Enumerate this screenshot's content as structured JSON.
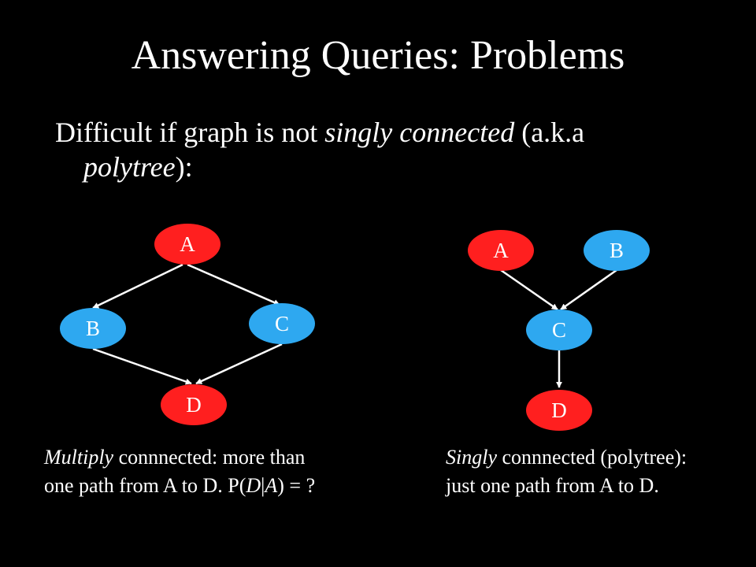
{
  "slide": {
    "title": "Answering Queries: Problems",
    "bullet": {
      "prefix": "Difficult if graph is not ",
      "emph1": "singly connected",
      "middle": " (a.k.a",
      "emph2": "polytree",
      "suffix": "):"
    }
  },
  "colors": {
    "background": "#000000",
    "text": "#ffffff",
    "node_red": "#ff1f1f",
    "node_blue": "#2ea8f0",
    "edge": "#ffffff"
  },
  "left_graph": {
    "nodes": [
      {
        "id": "A",
        "label": "A",
        "color": "red"
      },
      {
        "id": "B",
        "label": "B",
        "color": "blue"
      },
      {
        "id": "C",
        "label": "C",
        "color": "blue"
      },
      {
        "id": "D",
        "label": "D",
        "color": "red"
      }
    ],
    "edges": [
      [
        "A",
        "B"
      ],
      [
        "A",
        "C"
      ],
      [
        "B",
        "D"
      ],
      [
        "C",
        "D"
      ]
    ],
    "caption": {
      "line1_emph": "Multiply",
      "line1_rest": " connnected: more than",
      "line2_a": "one path from A to D. P(",
      "line2_D": "D",
      "line2_bar": "|",
      "line2_A": "A",
      "line2_b": ") = ?"
    }
  },
  "right_graph": {
    "nodes": [
      {
        "id": "A",
        "label": "A",
        "color": "red"
      },
      {
        "id": "B",
        "label": "B",
        "color": "blue"
      },
      {
        "id": "C",
        "label": "C",
        "color": "blue"
      },
      {
        "id": "D",
        "label": "D",
        "color": "red"
      }
    ],
    "edges": [
      [
        "A",
        "C"
      ],
      [
        "B",
        "C"
      ],
      [
        "C",
        "D"
      ]
    ],
    "caption": {
      "line1_emph": "Singly",
      "line1_rest": " connnected (polytree):",
      "line2": "just one path from A to D."
    }
  }
}
